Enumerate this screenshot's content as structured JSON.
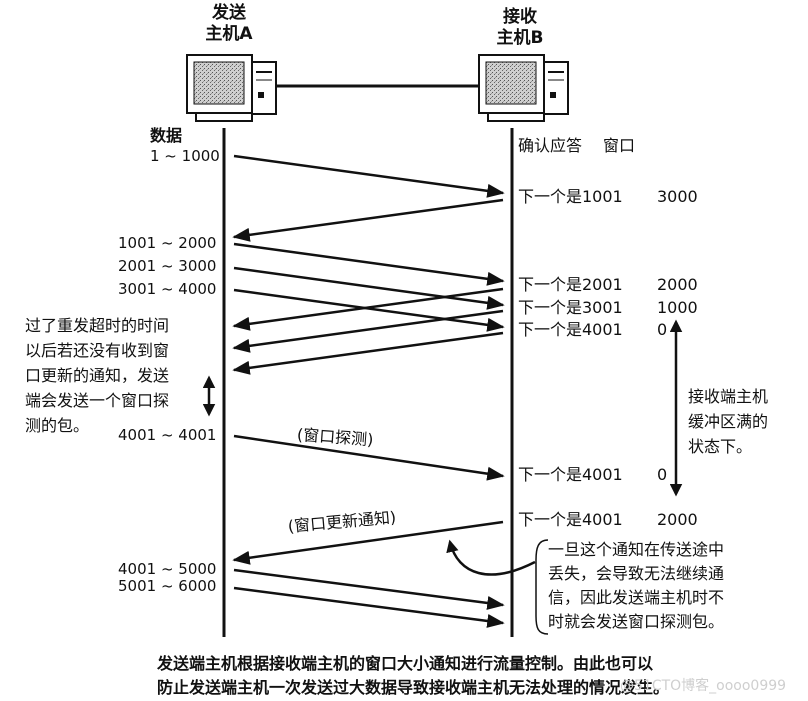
{
  "sender": {
    "label_line1": "发送",
    "label_line2": "主机A"
  },
  "receiver": {
    "label_line1": "接收",
    "label_line2": "主机B"
  },
  "headers": {
    "data": "数据",
    "ack": "确认应答",
    "window": "窗口"
  },
  "data_ranges": [
    "1 ~ 1000",
    "1001 ~ 2000",
    "2001 ~ 3000",
    "3001 ~ 4000",
    "4001 ~ 4001",
    "4001 ~ 5000",
    "5001 ~ 6000"
  ],
  "acks": [
    {
      "text": "下一个是1001",
      "window": "3000"
    },
    {
      "text": "下一个是2001",
      "window": "2000"
    },
    {
      "text": "下一个是3001",
      "window": "1000"
    },
    {
      "text": "下一个是4001",
      "window": "0"
    },
    {
      "text": "下一个是4001",
      "window": "0"
    },
    {
      "text": "下一个是4001",
      "window": "2000"
    }
  ],
  "labels": {
    "probe": "(窗口探测)",
    "update": "(窗口更新通知)"
  },
  "notes": {
    "left": [
      "过了重发超时的时间",
      "以后若还没有收到窗",
      "口更新的通知，发送",
      "端会发送一个窗口探",
      "测的包。"
    ],
    "right": [
      "接收端主机",
      "缓冲区满的",
      "状态下。"
    ],
    "lost": [
      "一旦这个通知在传送途中",
      "丢失，会导致无法继续通",
      "信，因此发送端主机时不",
      "时就会发送窗口探测包。"
    ]
  },
  "caption": [
    "发送端主机根据接收端主机的窗口大小通知进行流量控制。由此也可以",
    "防止发送端主机一次发送过大数据导致接收端主机无法处理的情况发生。"
  ],
  "watermark": "@51CTO博客_oooo0999"
}
